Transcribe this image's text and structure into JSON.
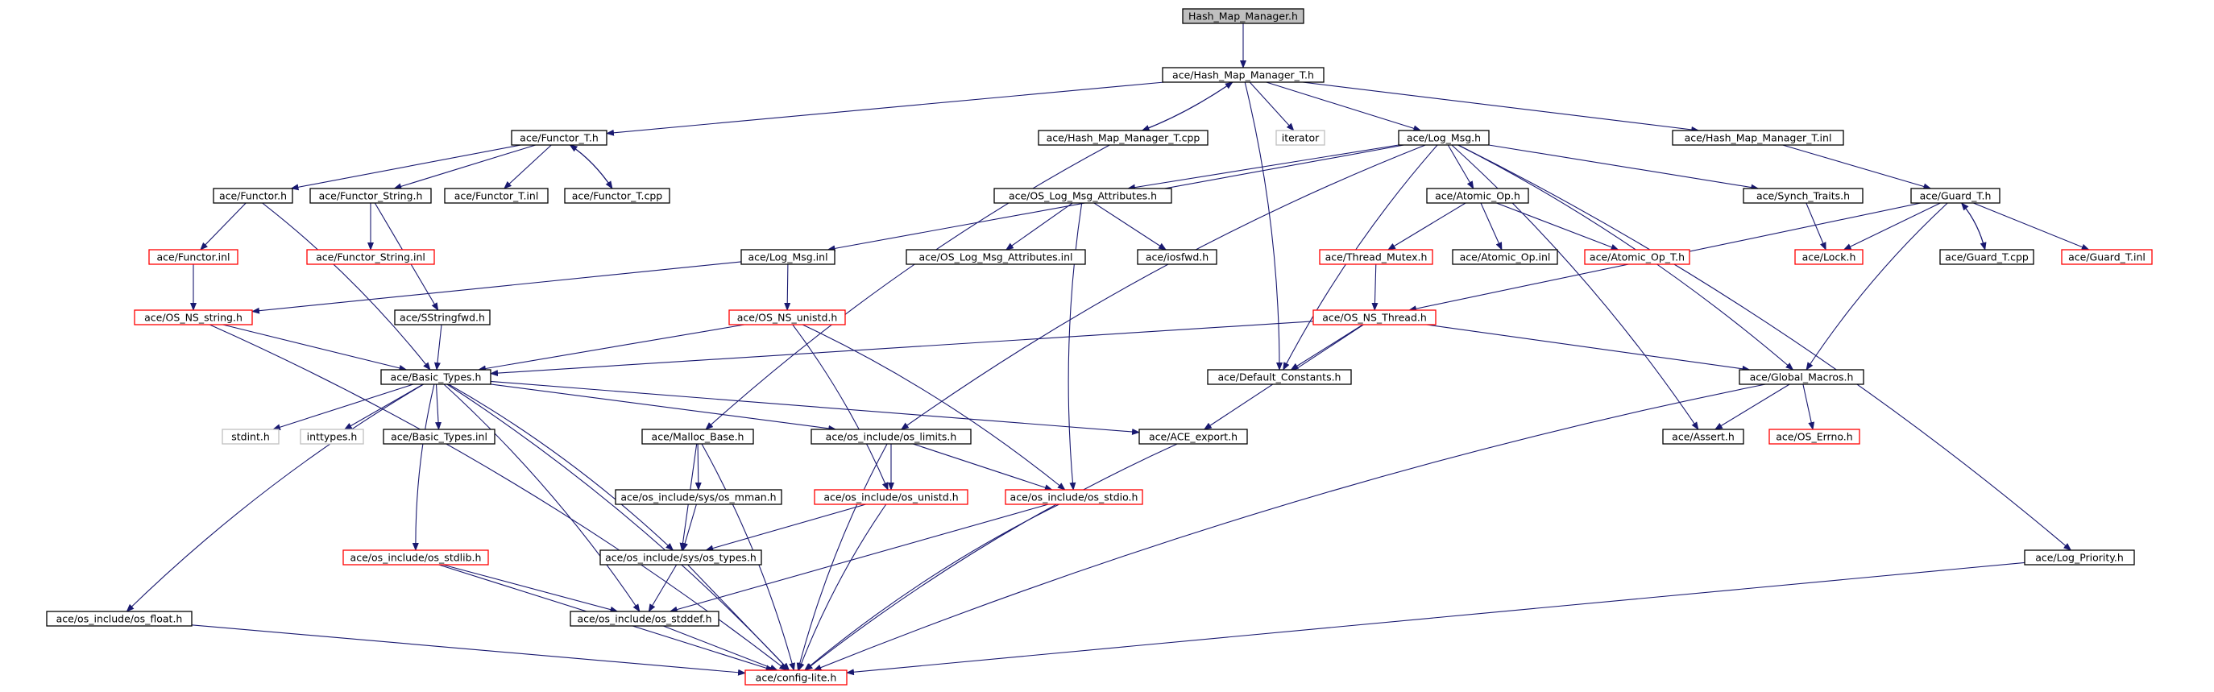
{
  "title": "Hash_Map_Manager.h",
  "colors": {
    "edge": "#191970",
    "normal_border": "#000000",
    "truncated_border": "#ff0000",
    "external_border": "#bfbfbf",
    "root_fill": "#bfbfbf",
    "fill": "#ffffff"
  },
  "nodes": [
    {
      "id": "hmm_h",
      "label": "Hash_Map_Manager.h",
      "kind": "root"
    },
    {
      "id": "hmm_t_h",
      "label": "ace/Hash_Map_Manager_T.h",
      "kind": "normal"
    },
    {
      "id": "functor_t_h",
      "label": "ace/Functor_T.h",
      "kind": "normal"
    },
    {
      "id": "hmm_t_cpp",
      "label": "ace/Hash_Map_Manager_T.cpp",
      "kind": "normal"
    },
    {
      "id": "iterator",
      "label": "iterator",
      "kind": "external"
    },
    {
      "id": "log_msg_h",
      "label": "ace/Log_Msg.h",
      "kind": "normal"
    },
    {
      "id": "hmm_t_inl",
      "label": "ace/Hash_Map_Manager_T.inl",
      "kind": "normal"
    },
    {
      "id": "functor_h",
      "label": "ace/Functor.h",
      "kind": "normal"
    },
    {
      "id": "functor_string_h",
      "label": "ace/Functor_String.h",
      "kind": "normal"
    },
    {
      "id": "functor_t_inl",
      "label": "ace/Functor_T.inl",
      "kind": "normal"
    },
    {
      "id": "functor_t_cpp",
      "label": "ace/Functor_T.cpp",
      "kind": "normal"
    },
    {
      "id": "os_log_attr_h",
      "label": "ace/OS_Log_Msg_Attributes.h",
      "kind": "normal"
    },
    {
      "id": "atomic_op_h",
      "label": "ace/Atomic_Op.h",
      "kind": "normal"
    },
    {
      "id": "synch_traits_h",
      "label": "ace/Synch_Traits.h",
      "kind": "normal"
    },
    {
      "id": "guard_t_h",
      "label": "ace/Guard_T.h",
      "kind": "normal"
    },
    {
      "id": "functor_inl",
      "label": "ace/Functor.inl",
      "kind": "truncated"
    },
    {
      "id": "functor_string_inl",
      "label": "ace/Functor_String.inl",
      "kind": "truncated"
    },
    {
      "id": "log_msg_inl",
      "label": "ace/Log_Msg.inl",
      "kind": "normal"
    },
    {
      "id": "os_log_attr_inl",
      "label": "ace/OS_Log_Msg_Attributes.inl",
      "kind": "normal"
    },
    {
      "id": "iosfwd_h",
      "label": "ace/iosfwd.h",
      "kind": "normal"
    },
    {
      "id": "thread_mutex_h",
      "label": "ace/Thread_Mutex.h",
      "kind": "truncated"
    },
    {
      "id": "atomic_op_inl",
      "label": "ace/Atomic_Op.inl",
      "kind": "normal"
    },
    {
      "id": "atomic_op_t_h",
      "label": "ace/Atomic_Op_T.h",
      "kind": "truncated"
    },
    {
      "id": "lock_h",
      "label": "ace/Lock.h",
      "kind": "truncated"
    },
    {
      "id": "guard_t_cpp",
      "label": "ace/Guard_T.cpp",
      "kind": "normal"
    },
    {
      "id": "guard_t_inl",
      "label": "ace/Guard_T.inl",
      "kind": "truncated"
    },
    {
      "id": "os_ns_string_h",
      "label": "ace/OS_NS_string.h",
      "kind": "truncated"
    },
    {
      "id": "sstringfwd_h",
      "label": "ace/SStringfwd.h",
      "kind": "normal"
    },
    {
      "id": "os_ns_unistd_h",
      "label": "ace/OS_NS_unistd.h",
      "kind": "truncated"
    },
    {
      "id": "os_ns_thread_h",
      "label": "ace/OS_NS_Thread.h",
      "kind": "truncated"
    },
    {
      "id": "basic_types_h",
      "label": "ace/Basic_Types.h",
      "kind": "normal"
    },
    {
      "id": "default_constants_h",
      "label": "ace/Default_Constants.h",
      "kind": "normal"
    },
    {
      "id": "global_macros_h",
      "label": "ace/Global_Macros.h",
      "kind": "normal"
    },
    {
      "id": "stdint_h",
      "label": "stdint.h",
      "kind": "external"
    },
    {
      "id": "inttypes_h",
      "label": "inttypes.h",
      "kind": "external"
    },
    {
      "id": "basic_types_inl",
      "label": "ace/Basic_Types.inl",
      "kind": "normal"
    },
    {
      "id": "malloc_base_h",
      "label": "ace/Malloc_Base.h",
      "kind": "normal"
    },
    {
      "id": "os_limits_h",
      "label": "ace/os_include/os_limits.h",
      "kind": "normal"
    },
    {
      "id": "ace_export_h",
      "label": "ace/ACE_export.h",
      "kind": "normal"
    },
    {
      "id": "assert_h",
      "label": "ace/Assert.h",
      "kind": "normal"
    },
    {
      "id": "os_errno_h",
      "label": "ace/OS_Errno.h",
      "kind": "truncated"
    },
    {
      "id": "os_mman_h",
      "label": "ace/os_include/sys/os_mman.h",
      "kind": "normal"
    },
    {
      "id": "os_unistd_h",
      "label": "ace/os_include/os_unistd.h",
      "kind": "truncated"
    },
    {
      "id": "os_stdio_h",
      "label": "ace/os_include/os_stdio.h",
      "kind": "truncated"
    },
    {
      "id": "os_stdlib_h",
      "label": "ace/os_include/os_stdlib.h",
      "kind": "truncated"
    },
    {
      "id": "os_types_h",
      "label": "ace/os_include/sys/os_types.h",
      "kind": "normal"
    },
    {
      "id": "log_priority_h",
      "label": "ace/Log_Priority.h",
      "kind": "normal"
    },
    {
      "id": "os_float_h",
      "label": "ace/os_include/os_float.h",
      "kind": "normal"
    },
    {
      "id": "os_stddef_h",
      "label": "ace/os_include/os_stddef.h",
      "kind": "normal"
    },
    {
      "id": "config_lite_h",
      "label": "ace/config-lite.h",
      "kind": "truncated"
    }
  ],
  "edges": [
    [
      "hmm_h",
      "hmm_t_h"
    ],
    [
      "hmm_t_h",
      "functor_t_h"
    ],
    [
      "hmm_t_h",
      "hmm_t_cpp"
    ],
    [
      "hmm_t_cpp",
      "hmm_t_h"
    ],
    [
      "hmm_t_h",
      "iterator"
    ],
    [
      "hmm_t_h",
      "log_msg_h"
    ],
    [
      "hmm_t_h",
      "hmm_t_inl"
    ],
    [
      "hmm_t_h",
      "default_constants_h"
    ],
    [
      "functor_t_h",
      "functor_h"
    ],
    [
      "functor_t_h",
      "functor_string_h"
    ],
    [
      "functor_t_h",
      "functor_t_inl"
    ],
    [
      "functor_t_h",
      "functor_t_cpp"
    ],
    [
      "functor_t_cpp",
      "functor_t_h"
    ],
    [
      "functor_h",
      "functor_inl"
    ],
    [
      "functor_h",
      "basic_types_h"
    ],
    [
      "functor_string_h",
      "functor_string_inl"
    ],
    [
      "functor_string_h",
      "sstringfwd_h"
    ],
    [
      "functor_inl",
      "os_ns_string_h"
    ],
    [
      "sstringfwd_h",
      "basic_types_h"
    ],
    [
      "hmm_t_cpp",
      "malloc_base_h"
    ],
    [
      "log_msg_h",
      "os_log_attr_h"
    ],
    [
      "log_msg_h",
      "atomic_op_h"
    ],
    [
      "log_msg_h",
      "synch_traits_h"
    ],
    [
      "log_msg_h",
      "log_msg_inl"
    ],
    [
      "log_msg_h",
      "os_limits_h"
    ],
    [
      "log_msg_h",
      "default_constants_h"
    ],
    [
      "log_msg_h",
      "global_macros_h"
    ],
    [
      "log_msg_h",
      "assert_h"
    ],
    [
      "log_msg_h",
      "log_priority_h"
    ],
    [
      "log_msg_inl",
      "os_ns_string_h"
    ],
    [
      "log_msg_inl",
      "os_ns_unistd_h"
    ],
    [
      "os_log_attr_h",
      "os_log_attr_inl"
    ],
    [
      "os_log_attr_h",
      "iosfwd_h"
    ],
    [
      "os_log_attr_h",
      "os_stdio_h"
    ],
    [
      "atomic_op_h",
      "thread_mutex_h"
    ],
    [
      "atomic_op_h",
      "atomic_op_inl"
    ],
    [
      "atomic_op_h",
      "atomic_op_t_h"
    ],
    [
      "thread_mutex_h",
      "os_ns_thread_h"
    ],
    [
      "synch_traits_h",
      "lock_h"
    ],
    [
      "hmm_t_inl",
      "guard_t_h"
    ],
    [
      "guard_t_h",
      "lock_h"
    ],
    [
      "guard_t_h",
      "guard_t_cpp"
    ],
    [
      "guard_t_cpp",
      "guard_t_h"
    ],
    [
      "guard_t_h",
      "guard_t_inl"
    ],
    [
      "guard_t_h",
      "global_macros_h"
    ],
    [
      "guard_t_h",
      "os_ns_thread_h"
    ],
    [
      "os_ns_string_h",
      "basic_types_h"
    ],
    [
      "os_ns_string_h",
      "config_lite_h"
    ],
    [
      "os_ns_unistd_h",
      "basic_types_h"
    ],
    [
      "os_ns_unistd_h",
      "os_unistd_h"
    ],
    [
      "os_ns_unistd_h",
      "os_stdio_h"
    ],
    [
      "os_ns_thread_h",
      "basic_types_h"
    ],
    [
      "os_ns_thread_h",
      "default_constants_h"
    ],
    [
      "os_ns_thread_h",
      "global_macros_h"
    ],
    [
      "os_ns_thread_h",
      "ace_export_h"
    ],
    [
      "global_macros_h",
      "assert_h"
    ],
    [
      "global_macros_h",
      "os_errno_h"
    ],
    [
      "global_macros_h",
      "config_lite_h"
    ],
    [
      "basic_types_h",
      "stdint_h"
    ],
    [
      "basic_types_h",
      "inttypes_h"
    ],
    [
      "basic_types_h",
      "basic_types_inl"
    ],
    [
      "basic_types_h",
      "os_limits_h"
    ],
    [
      "basic_types_h",
      "ace_export_h"
    ],
    [
      "basic_types_h",
      "os_float_h"
    ],
    [
      "basic_types_h",
      "os_stdlib_h"
    ],
    [
      "basic_types_h",
      "os_types_h"
    ],
    [
      "basic_types_h",
      "os_stddef_h"
    ],
    [
      "basic_types_h",
      "config_lite_h"
    ],
    [
      "malloc_base_h",
      "os_mman_h"
    ],
    [
      "malloc_base_h",
      "os_types_h"
    ],
    [
      "malloc_base_h",
      "config_lite_h"
    ],
    [
      "os_limits_h",
      "os_unistd_h"
    ],
    [
      "os_limits_h",
      "os_stdio_h"
    ],
    [
      "os_limits_h",
      "config_lite_h"
    ],
    [
      "os_mman_h",
      "os_types_h"
    ],
    [
      "os_unistd_h",
      "os_types_h"
    ],
    [
      "os_unistd_h",
      "config_lite_h"
    ],
    [
      "os_stdio_h",
      "os_stddef_h"
    ],
    [
      "os_stdio_h",
      "config_lite_h"
    ],
    [
      "os_stdlib_h",
      "os_stddef_h"
    ],
    [
      "os_stdlib_h",
      "config_lite_h"
    ],
    [
      "os_types_h",
      "os_stddef_h"
    ],
    [
      "os_types_h",
      "config_lite_h"
    ],
    [
      "os_stddef_h",
      "config_lite_h"
    ],
    [
      "os_float_h",
      "config_lite_h"
    ],
    [
      "ace_export_h",
      "config_lite_h"
    ],
    [
      "log_priority_h",
      "config_lite_h"
    ]
  ]
}
